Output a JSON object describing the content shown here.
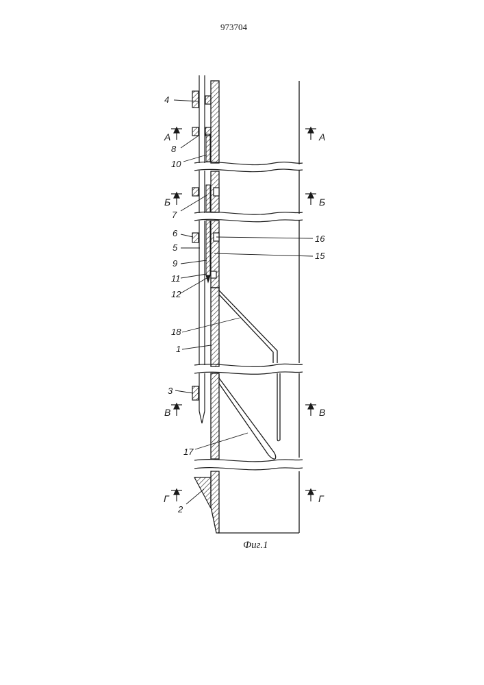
{
  "patent_number": "973704",
  "figure_caption": "Фиг.1",
  "section_marks": {
    "a_left": "А",
    "a_right": "А",
    "b_left": "Б",
    "b_right": "Б",
    "v_left": "В",
    "v_right": "В",
    "g_left": "Г",
    "g_right": "Г"
  },
  "part_labels": {
    "p4": "4",
    "p8": "8",
    "p10": "10",
    "p7": "7",
    "p6": "6",
    "p5": "5",
    "p9": "9",
    "p11": "11",
    "p12": "12",
    "p18": "18",
    "p1": "1",
    "p3": "3",
    "p17": "17",
    "p2": "2",
    "p16": "16",
    "p15": "15"
  }
}
